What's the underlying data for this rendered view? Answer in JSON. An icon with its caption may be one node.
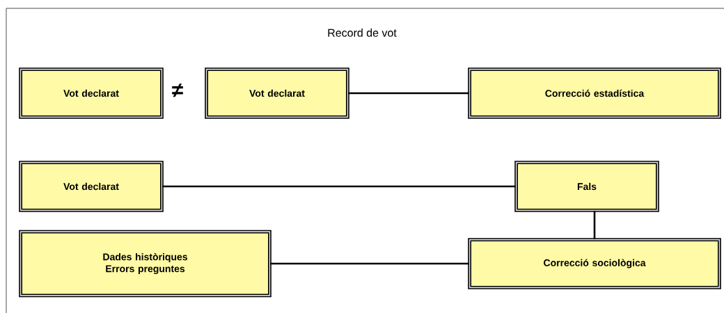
{
  "diagram": {
    "title": "Record de vot",
    "nodes": [
      {
        "text": [
          "Vot declarat"
        ]
      },
      {
        "text": [
          "Vot declarat"
        ]
      },
      {
        "text": [
          "Correcció estadística"
        ]
      },
      {
        "text": [
          "Vot declarat"
        ]
      },
      {
        "text": [
          "Fals"
        ]
      },
      {
        "text": [
          "Dades històriques Errors preguntes"
        ]
      },
      {
        "text": [
          "Correcció sociològica"
        ]
      }
    ],
    "edges": [
      {
        "from": 1,
        "to": 2,
        "arrow": "none"
      },
      {
        "from": 3,
        "to": 4,
        "arrow": "none"
      },
      {
        "from": 4,
        "to": 6,
        "arrow": "none"
      },
      {
        "from": 5,
        "to": 6,
        "arrow": "none"
      }
    ],
    "labels": [
      "≠"
    ]
  }
}
